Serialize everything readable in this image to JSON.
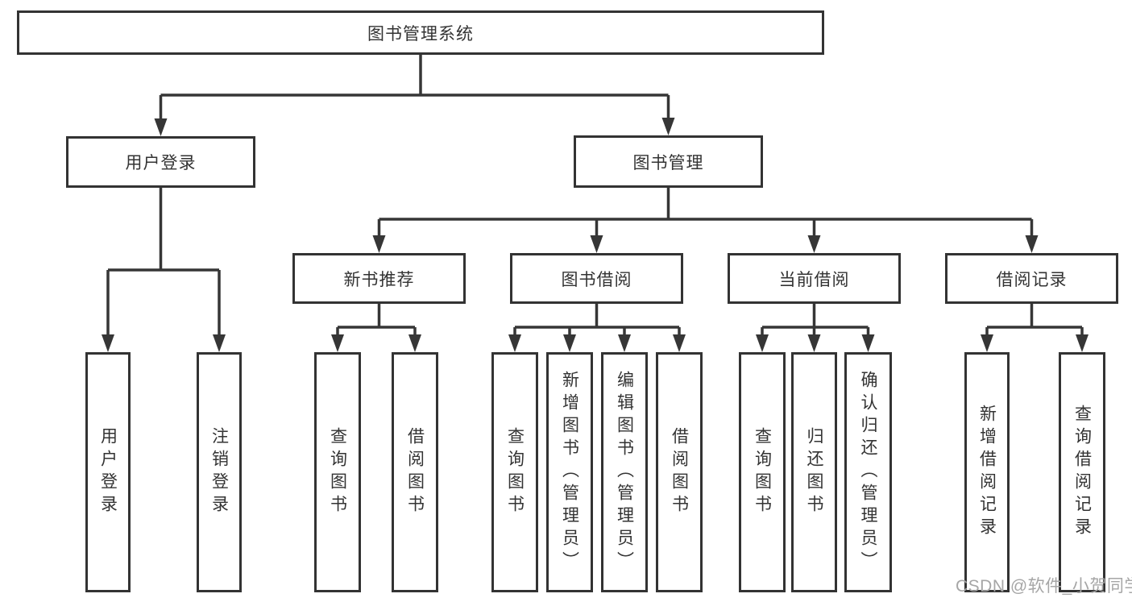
{
  "diagram": {
    "root": {
      "label": "图书管理系统"
    },
    "branches": [
      {
        "label": "用户登录",
        "children": [
          {
            "label": "用户登录"
          },
          {
            "label": "注销登录"
          }
        ]
      },
      {
        "label": "图书管理",
        "sections": [
          {
            "label": "新书推荐",
            "children": [
              {
                "label": "查询图书"
              },
              {
                "label": "借阅图书"
              }
            ]
          },
          {
            "label": "图书借阅",
            "children": [
              {
                "label": "查询图书"
              },
              {
                "label": "新增图书（管理员）"
              },
              {
                "label": "编辑图书（管理员）"
              },
              {
                "label": "借阅图书"
              }
            ]
          },
          {
            "label": "当前借阅",
            "children": [
              {
                "label": "查询图书"
              },
              {
                "label": "归还图书"
              },
              {
                "label": "确认归还（管理员）"
              }
            ]
          },
          {
            "label": "借阅记录",
            "children": [
              {
                "label": "新增借阅记录"
              },
              {
                "label": "查询借阅记录"
              }
            ]
          }
        ]
      }
    ]
  },
  "watermark": {
    "text": "CSDN @软件_小贺同学"
  },
  "colors": {
    "line": "#363636",
    "box_border": "#333333",
    "text": "#333333",
    "watermark": "#a6a6a6",
    "background": "#ffffff"
  }
}
